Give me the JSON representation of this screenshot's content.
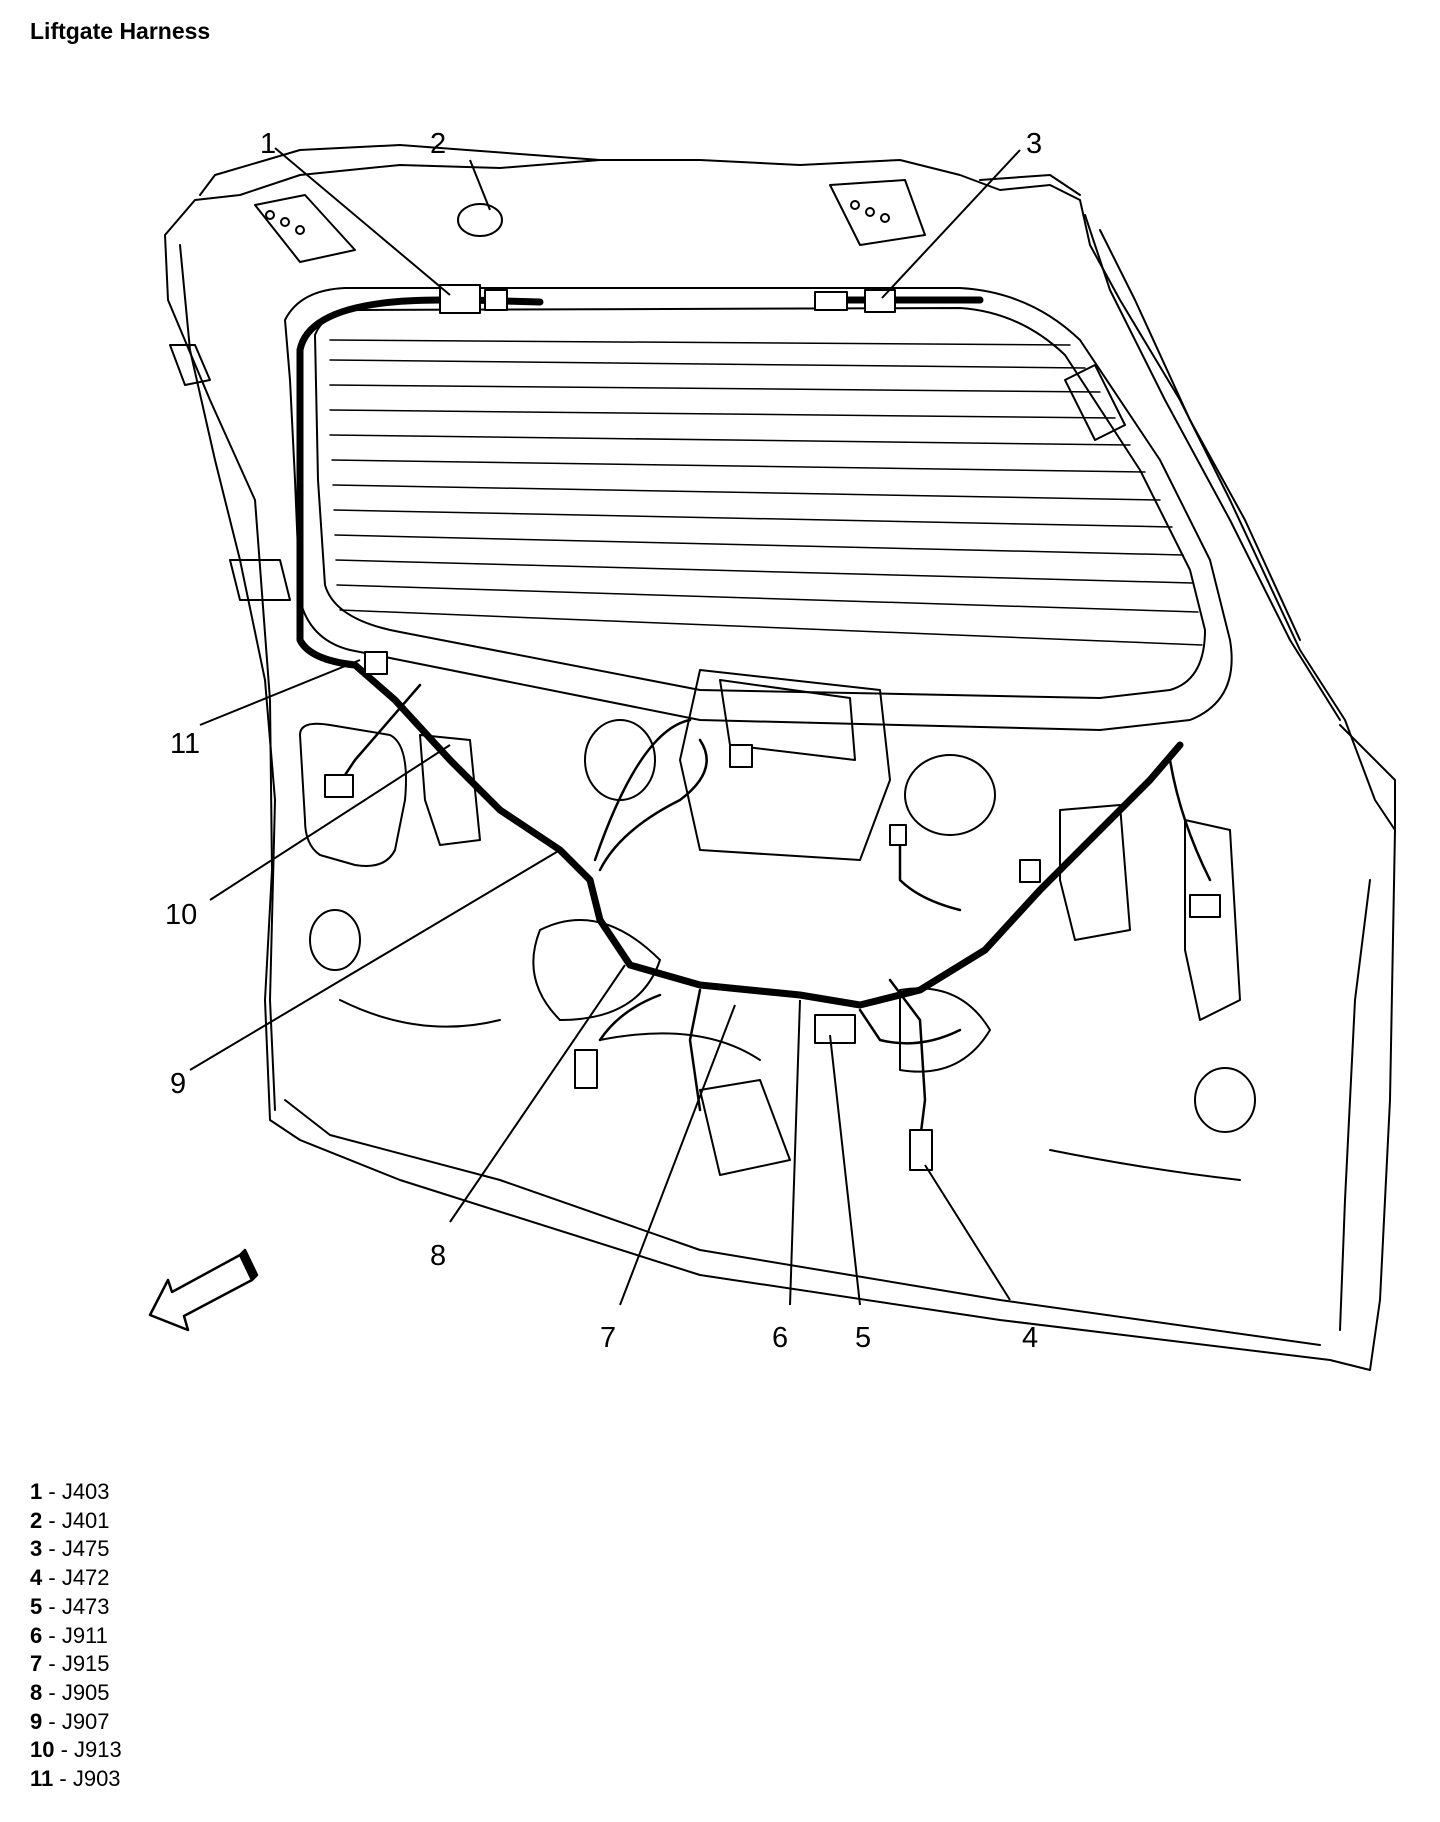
{
  "title": "Liftgate Harness",
  "callouts": [
    "1",
    "2",
    "3",
    "4",
    "5",
    "6",
    "7",
    "8",
    "9",
    "10",
    "11"
  ],
  "legend": [
    {
      "num": "1",
      "sep": " - ",
      "code": "J403"
    },
    {
      "num": "2",
      "sep": " - ",
      "code": "J401"
    },
    {
      "num": "3",
      "sep": " - ",
      "code": "J475"
    },
    {
      "num": "4",
      "sep": " - ",
      "code": "J472"
    },
    {
      "num": "5",
      "sep": " - ",
      "code": "J473"
    },
    {
      "num": "6",
      "sep": " - ",
      "code": "J911"
    },
    {
      "num": "7",
      "sep": " - ",
      "code": "J915"
    },
    {
      "num": "8",
      "sep": " - ",
      "code": "J905"
    },
    {
      "num": "9",
      "sep": " - ",
      "code": "J907"
    },
    {
      "num": "10",
      "sep": " - ",
      "code": "J913"
    },
    {
      "num": "11",
      "sep": " - ",
      "code": "J903"
    }
  ],
  "icons": {
    "arrow": "direction-arrow-icon"
  },
  "colors": {
    "line": "#000000",
    "background": "#ffffff"
  }
}
